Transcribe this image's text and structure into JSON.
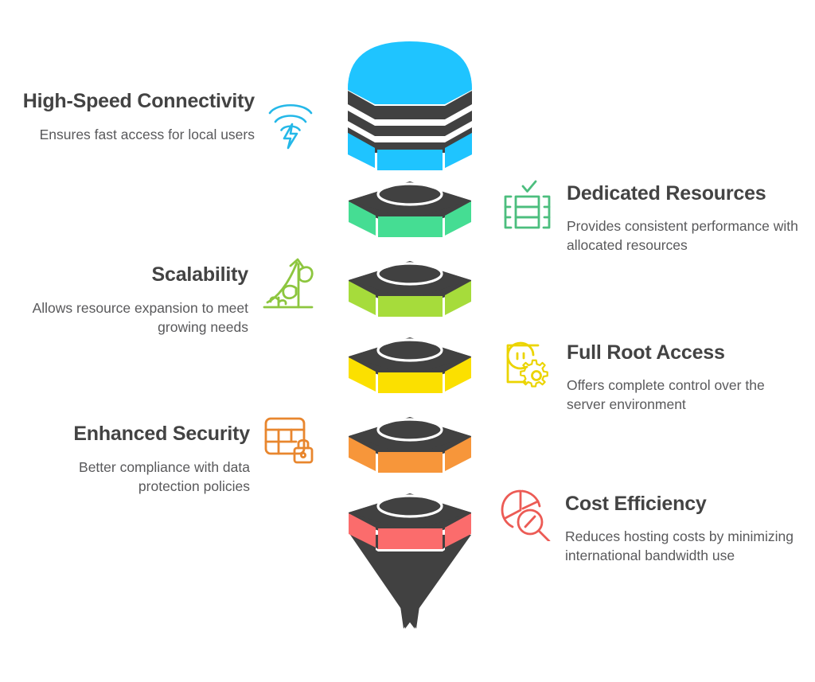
{
  "diagram": {
    "type": "funnel",
    "background": "#ffffff",
    "title_color": "#434343",
    "desc_color": "#59595b",
    "funnel_body_color": "#414141",
    "segments": [
      {
        "index": 1,
        "color": "#1FC4FF",
        "name": "high-speed-connectivity",
        "side": "left"
      },
      {
        "index": 2,
        "color": "#45DD93",
        "name": "dedicated-resources",
        "side": "right"
      },
      {
        "index": 3,
        "color": "#A6DC3B",
        "name": "scalability",
        "side": "left"
      },
      {
        "index": 4,
        "color": "#FBE000",
        "name": "full-root-access",
        "side": "right"
      },
      {
        "index": 5,
        "color": "#F7963A",
        "name": "enhanced-security",
        "side": "left"
      },
      {
        "index": 6,
        "color": "#FB6C6C",
        "name": "cost-efficiency",
        "side": "right"
      }
    ]
  },
  "entries": [
    {
      "id": "high-speed-connectivity",
      "side": "left",
      "title": "High-Speed Connectivity",
      "description": "Ensures fast access for local users",
      "icon": "wifi-bolt-icon",
      "color": "#25B8E8"
    },
    {
      "id": "dedicated-resources",
      "side": "right",
      "title": "Dedicated Resources",
      "description": "Provides consistent performance with allocated resources",
      "icon": "server-rack-check-icon",
      "color": "#4CBE7E"
    },
    {
      "id": "scalability",
      "side": "left",
      "title": "Scalability",
      "description": "Allows resource expansion to meet growing needs",
      "icon": "growing-plant-arrow-icon",
      "color": "#8DC63F"
    },
    {
      "id": "full-root-access",
      "side": "right",
      "title": "Full Root Access",
      "description": "Offers complete control over the server environment",
      "icon": "power-outlet-gear-icon",
      "color": "#EBD400"
    },
    {
      "id": "enhanced-security",
      "side": "left",
      "title": "Enhanced Security",
      "description": "Better compliance with data protection policies",
      "icon": "table-lock-icon",
      "color": "#E8862E"
    },
    {
      "id": "cost-efficiency",
      "side": "right",
      "title": "Cost Efficiency",
      "description": "Reduces hosting costs by minimizing international bandwidth use",
      "icon": "pie-chart-magnifier-icon",
      "color": "#EC5B55"
    }
  ]
}
